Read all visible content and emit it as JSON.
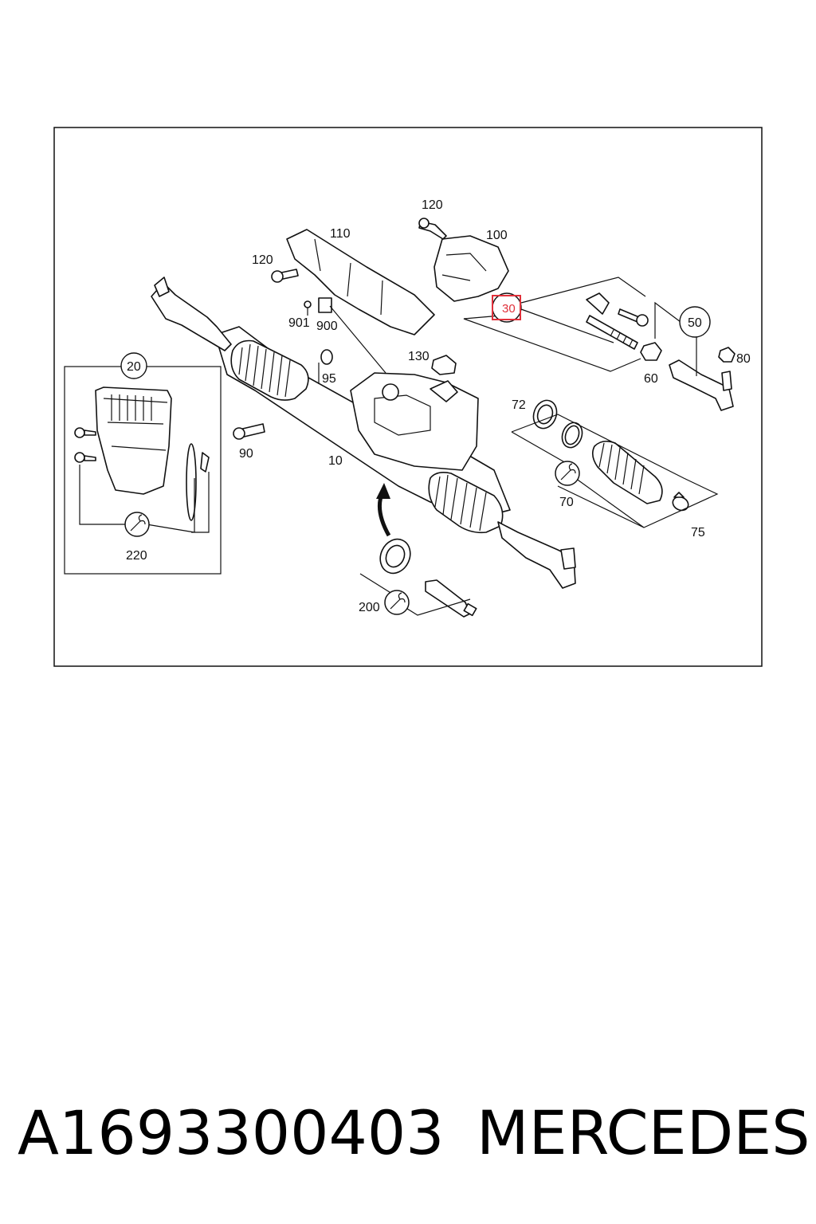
{
  "diagram": {
    "callouts": {
      "c10": "10",
      "c20": "20",
      "c30": "30",
      "c50": "50",
      "c60": "60",
      "c70": "70",
      "c72": "72",
      "c75": "75",
      "c80": "80",
      "c90": "90",
      "c95": "95",
      "c100": "100",
      "c110": "110",
      "c120a": "120",
      "c120b": "120",
      "c130": "130",
      "c200": "200",
      "c220": "220",
      "c900": "900",
      "c901": "901"
    },
    "highlight_color": "#e0303a"
  },
  "footer": {
    "part_number": "A1693300403",
    "brand": "MERCEDES"
  }
}
